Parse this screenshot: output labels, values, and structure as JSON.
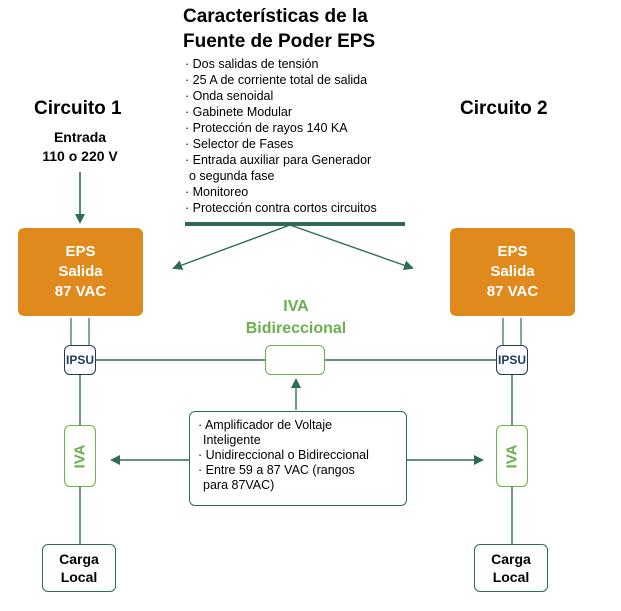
{
  "title": [
    "Características de la",
    "Fuente de Poder EPS"
  ],
  "features": [
    "· Dos salidas de tensión",
    "· 25 A de corriente total de salida",
    "· Onda senoidal",
    "· Gabinete Modular",
    "· Protección de rayos 140 KA",
    "· Selector de Fases",
    "· Entrada auxiliar para Generador",
    "  o segunda fase",
    "· Monitoreo",
    "· Protección contra cortos circuitos"
  ],
  "circuit1": {
    "title": "Circuito 1",
    "input": [
      "Entrada",
      "110 o 220 V"
    ],
    "eps": [
      "EPS",
      "Salida",
      "87 VAC"
    ],
    "ipsu": "IPSU",
    "iva": "IVA",
    "load": [
      "Carga",
      "Local"
    ]
  },
  "circuit2": {
    "title": "Circuito 2",
    "eps": [
      "EPS",
      "Salida",
      "87 VAC"
    ],
    "ipsu": "IPSU",
    "iva": "IVA",
    "load": [
      "Carga",
      "Local"
    ]
  },
  "iva_bidirectional": [
    "IVA",
    "Bidireccional"
  ],
  "iva_description": [
    "· Amplificador de Voltaje",
    "  Inteligente",
    "· Unidireccional o Bidireccional",
    "· Entre 59 a 87 VAC (rangos",
    "  para 87VAC)"
  ],
  "colors": {
    "eps_orange": "#e08a1e",
    "line_teal": "#2e6b5a",
    "iva_green": "#6ab04c",
    "ipsu_navy": "#1c3a5c"
  }
}
